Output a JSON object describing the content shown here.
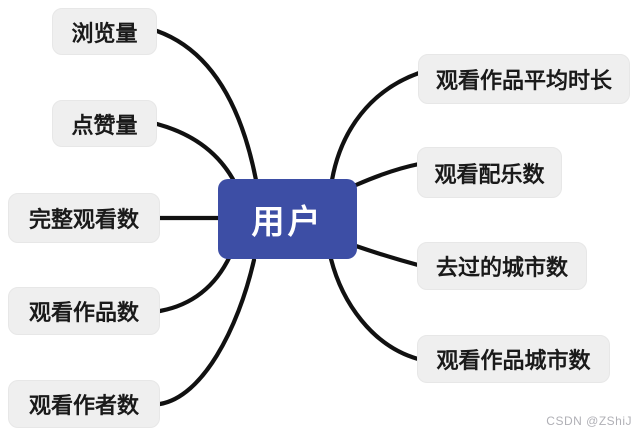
{
  "diagram": {
    "center_node": {
      "label": "用户"
    },
    "left_nodes": [
      {
        "label": "浏览量"
      },
      {
        "label": "点赞量"
      },
      {
        "label": "完整观看数"
      },
      {
        "label": "观看作品数"
      },
      {
        "label": "观看作者数"
      }
    ],
    "right_nodes": [
      {
        "label": "观看作品平均时长"
      },
      {
        "label": "观看配乐数"
      },
      {
        "label": "去过的城市数"
      },
      {
        "label": "观看作品城市数"
      }
    ],
    "colors": {
      "center_bg": "#3d4ea5",
      "center_text": "#ffffff",
      "node_bg": "#efefef",
      "node_text": "#1a1a1a",
      "line": "#111111",
      "background": "#ffffff",
      "watermark_text": "#b0b0b6"
    }
  },
  "watermark": {
    "text": "CSDN @ZShiJ"
  }
}
